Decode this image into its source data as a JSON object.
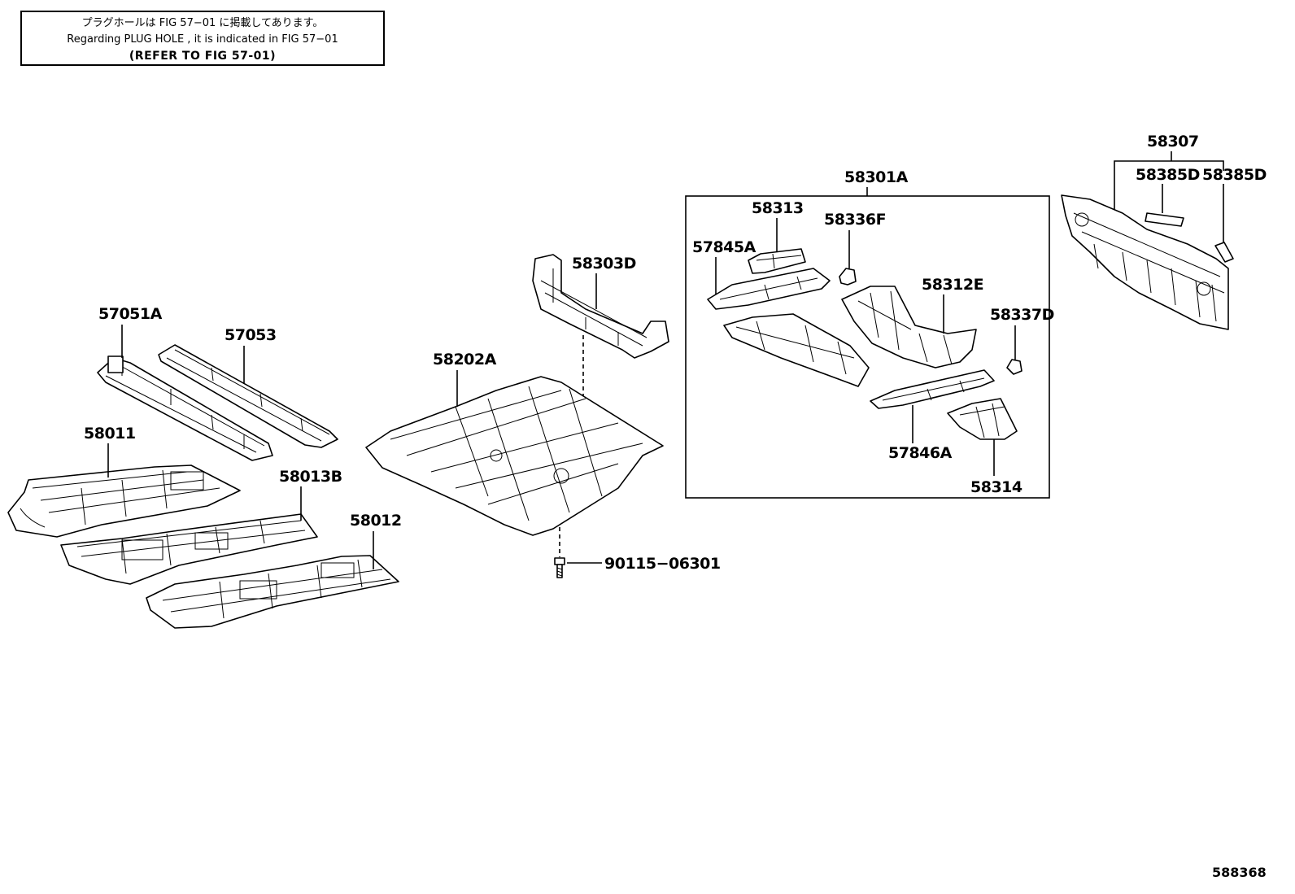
{
  "note": {
    "line_ja": "プラグホールは FIG 57−01 に掲載してあります。",
    "line_en": "Regarding  PLUG  HOLE , it is indicated in  FIG  57−01",
    "line_ref": "(REFER TO FIG 57-01)"
  },
  "parts": {
    "p57051A": "57051A",
    "p57053": "57053",
    "p58011": "58011",
    "p58013B": "58013B",
    "p58012": "58012",
    "p58202A": "58202A",
    "p58303D": "58303D",
    "p90115": "90115−06301",
    "p58301A": "58301A",
    "p58313": "58313",
    "p58336F": "58336F",
    "p57845A": "57845A",
    "p58312E": "58312E",
    "p58337D": "58337D",
    "p57846A": "57846A",
    "p58314": "58314",
    "p58307": "58307",
    "p58385D_a": "58385D",
    "p58385D_b": "58385D"
  },
  "figure_id": "588368"
}
